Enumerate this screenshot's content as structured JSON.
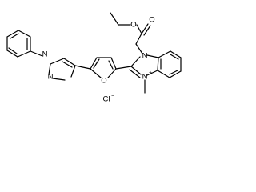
{
  "structure": {
    "atoms": {
      "ester_carbonyl_o": "O",
      "ester_o": "O",
      "n1": "N",
      "n3": "N",
      "n3_charge": "+",
      "n3_methyl": "",
      "furan_o": "O",
      "pyrazole_n1": "N",
      "pyrazole_n2": "N",
      "counterion": "Cl",
      "counterion_charge": "−"
    }
  }
}
